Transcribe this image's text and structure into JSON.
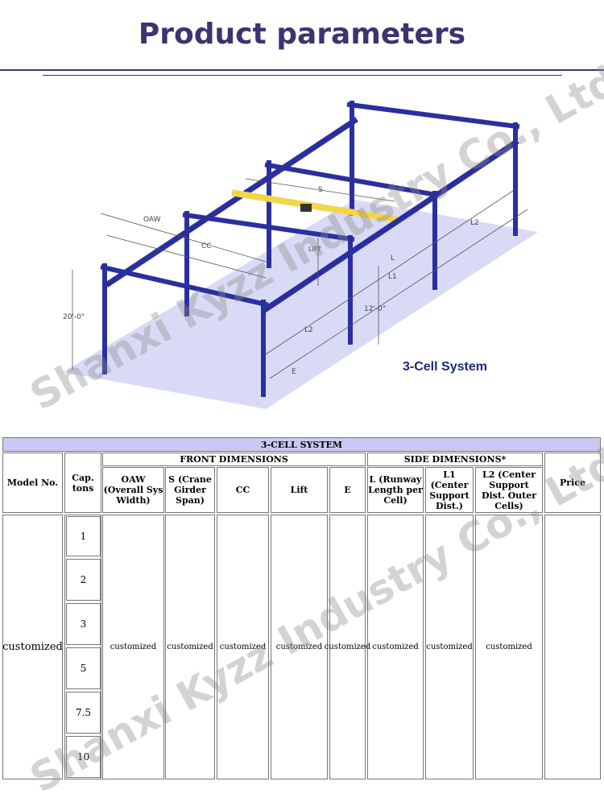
{
  "header": {
    "title": "Product parameters"
  },
  "diagram": {
    "caption": "3-Cell System",
    "labels": {
      "oaw": "OAW",
      "s": "S",
      "cc": "CC",
      "lift": "LIFT",
      "l": "L",
      "l1": "L1",
      "l2_back": "L2",
      "l2_front": "L2",
      "height_total": "20'-0\"",
      "height_runway": "12'-0\"",
      "e": "E"
    },
    "colors": {
      "frame": "#2b2f9e",
      "bridge": "#f2d64a",
      "floor": "#d9dbf6",
      "caption": "#1c2a7a"
    }
  },
  "table": {
    "title": "3-CELL SYSTEM",
    "group_front": "FRONT DIMENSIONS",
    "group_side": "SIDE DIMENSIONS*",
    "headers": {
      "model": "Model No.",
      "cap": "Cap. tons",
      "oaw": "OAW (Overall Sys Width)",
      "s": "S (Crane Girder Span)",
      "cc": "CC",
      "lift": "Lift",
      "e": "E",
      "l": "L (Runway Length per Cell)",
      "l1": "L1 (Center Support Dist.)",
      "l2": "L2 (Center Support Dist. Outer Cells)",
      "price": "Price"
    },
    "capacities": [
      "1",
      "2",
      "3",
      "5",
      "7.5",
      "10"
    ],
    "row": {
      "model": "customized",
      "oaw": "customized",
      "s": "customized",
      "cc": "customized",
      "lift": "customized",
      "e": "customized",
      "l": "customized",
      "l1": "customized",
      "l2": "customized",
      "price": ""
    }
  },
  "watermark": "Shanxi Kyzz Industry Co., Ltd"
}
